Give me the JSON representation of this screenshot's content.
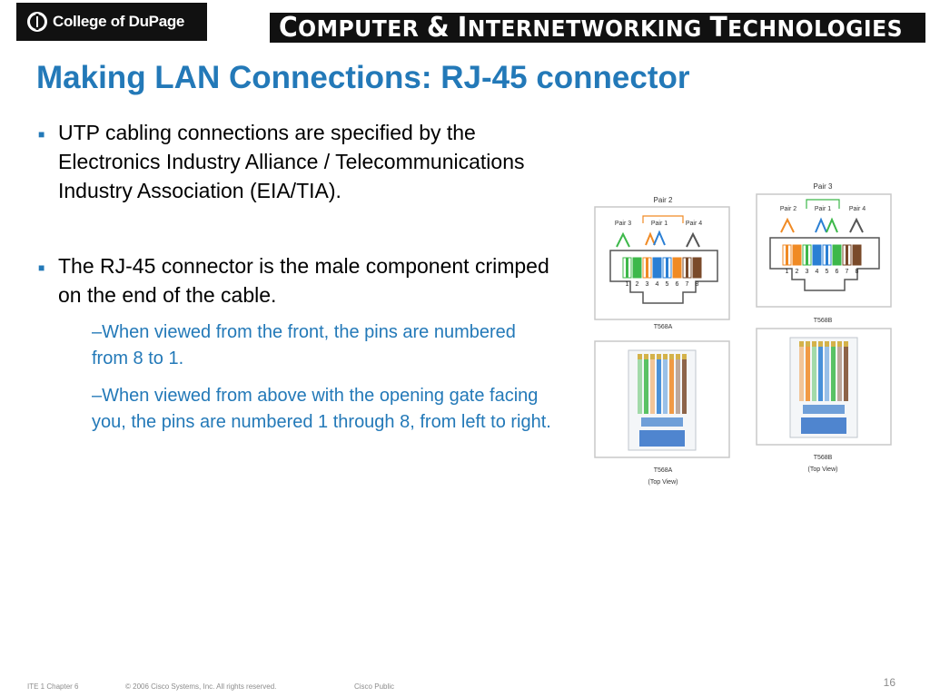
{
  "header": {
    "logo_text": "College of DuPage",
    "banner_title": "COMPUTER & INTERNETWORKING TECHNOLOGIES",
    "logo_icon": "college-logo-mark"
  },
  "slide": {
    "title": "Making LAN Connections: RJ-45 connector",
    "bullets": [
      "UTP cabling connections are specified by the Electronics Industry Alliance / Telecommunications Industry Association (EIA/TIA).",
      "The RJ-45 connector is the male component crimped on the end of the cable."
    ],
    "sub_bullets": [
      "–When viewed from the front, the pins are numbered from 8 to 1.",
      "–When viewed from above with the opening gate facing you, the pins are numbered 1 through 8, from left to right."
    ]
  },
  "figure": {
    "left_top": {
      "pair_top": "Pair 2",
      "pair_left": "Pair 3",
      "pair_mid": "Pair 1",
      "pair_right": "Pair 4",
      "caption": "T568A",
      "pins": [
        "1",
        "2",
        "3",
        "4",
        "5",
        "6",
        "7",
        "8"
      ]
    },
    "right_top": {
      "pair_top": "Pair 3",
      "pair_left": "Pair 2",
      "pair_mid": "Pair 1",
      "pair_right": "Pair 4",
      "caption": "T568B",
      "pins": [
        "1",
        "2",
        "3",
        "4",
        "5",
        "6",
        "7",
        "8"
      ]
    },
    "left_bottom": {
      "caption": "T568A",
      "subcaption": "(Top View)"
    },
    "right_bottom": {
      "caption": "T568B",
      "subcaption": "(Top View)"
    },
    "colors": {
      "green": "#3db84a",
      "orange": "#f08a24",
      "blue": "#2a7fd4",
      "brown": "#7a4a2a",
      "title_blue": "#2379b8"
    }
  },
  "footer": {
    "chapter": "ITE 1 Chapter 6",
    "copyright": "© 2006 Cisco Systems, Inc. All rights reserved.",
    "classification": "Cisco Public",
    "page_number": "16"
  }
}
